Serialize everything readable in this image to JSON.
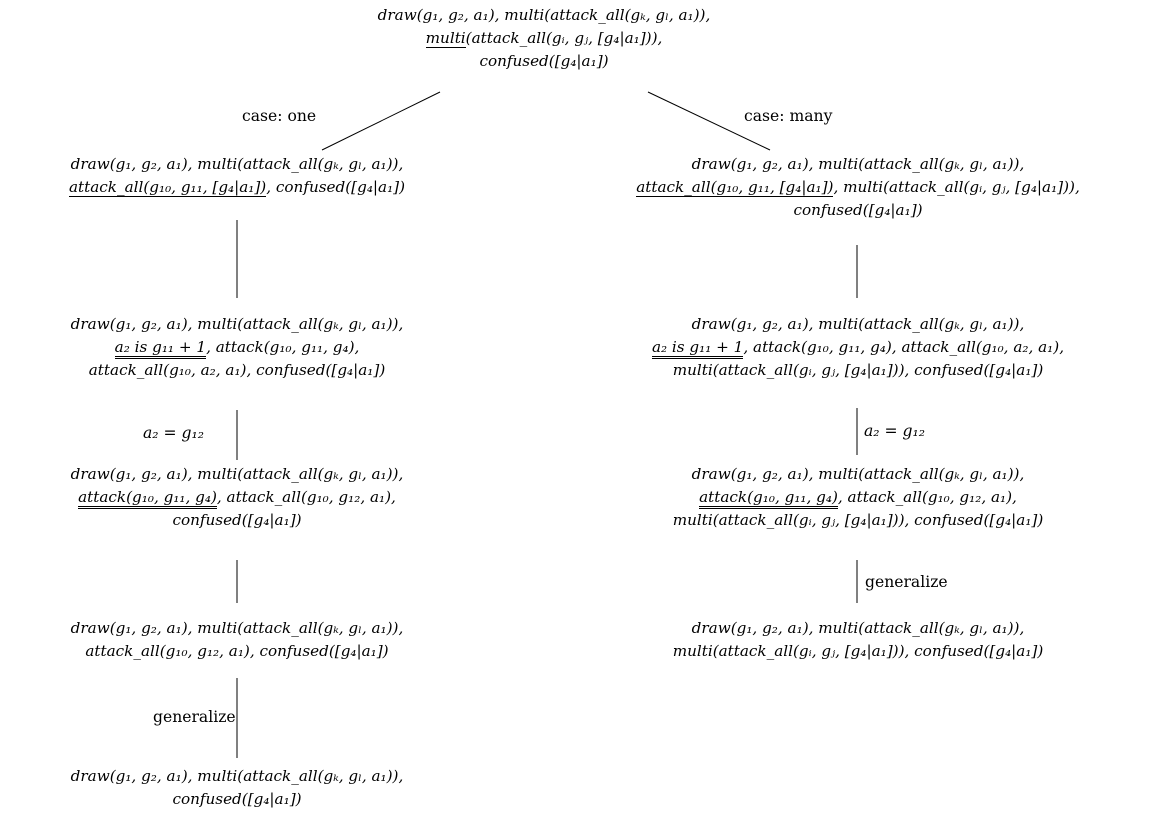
{
  "root": {
    "lines": [
      [
        {
          "t": "draw(g₁, g₂, a₁), multi(attack_all(gₖ, gₗ, a₁)),",
          "u": 0
        }
      ],
      [
        {
          "t": "multi",
          "u": 1
        },
        {
          "t": "(attack_all(gᵢ, gⱼ, [g₄|a₁])),",
          "u": 0
        }
      ],
      [
        {
          "t": "confused([g₄|a₁])",
          "u": 0
        }
      ]
    ]
  },
  "edges": {
    "root_left": "case: one",
    "root_right": "case: many",
    "l2_l3": "a₂ = g₁₂",
    "r2_r3": "a₂ = g₁₂",
    "l4_l5": "generalize",
    "r3_r4": "generalize"
  },
  "left": [
    {
      "lines": [
        [
          {
            "t": "draw(g₁, g₂, a₁), multi(attack_all(gₖ, gₗ, a₁)),",
            "u": 0
          }
        ],
        [
          {
            "t": "attack_all(g₁₀, g₁₁, [g₄|a₁])",
            "u": 1
          },
          {
            "t": ", confused([g₄|a₁])",
            "u": 0
          }
        ]
      ]
    },
    {
      "lines": [
        [
          {
            "t": "draw(g₁, g₂, a₁), multi(attack_all(gₖ, gₗ, a₁)),",
            "u": 0
          }
        ],
        [
          {
            "t": "a₂ is g₁₁ + 1",
            "u": 2
          },
          {
            "t": ", attack(g₁₀, g₁₁, g₄),",
            "u": 0
          }
        ],
        [
          {
            "t": "attack_all(g₁₀, a₂, a₁), confused([g₄|a₁])",
            "u": 0
          }
        ]
      ]
    },
    {
      "lines": [
        [
          {
            "t": "draw(g₁, g₂, a₁), multi(attack_all(gₖ, gₗ, a₁)),",
            "u": 0
          }
        ],
        [
          {
            "t": "attack(g₁₀, g₁₁, g₄)",
            "u": 2
          },
          {
            "t": ", attack_all(g₁₀, g₁₂, a₁),",
            "u": 0
          }
        ],
        [
          {
            "t": "confused([g₄|a₁])",
            "u": 0
          }
        ]
      ]
    },
    {
      "lines": [
        [
          {
            "t": "draw(g₁, g₂, a₁), multi(attack_all(gₖ, gₗ, a₁)),",
            "u": 0
          }
        ],
        [
          {
            "t": "attack_all(g₁₀, g₁₂, a₁), confused([g₄|a₁])",
            "u": 0
          }
        ]
      ]
    },
    {
      "lines": [
        [
          {
            "t": "draw(g₁, g₂, a₁), multi(attack_all(gₖ, gₗ, a₁)),",
            "u": 0
          }
        ],
        [
          {
            "t": "confused([g₄|a₁])",
            "u": 0
          }
        ]
      ]
    }
  ],
  "right": [
    {
      "lines": [
        [
          {
            "t": "draw(g₁, g₂, a₁), multi(attack_all(gₖ, gₗ, a₁)),",
            "u": 0
          }
        ],
        [
          {
            "t": "attack_all(g₁₀, g₁₁, [g₄|a₁])",
            "u": 1
          },
          {
            "t": ", multi(attack_all(gᵢ, gⱼ, [g₄|a₁])),",
            "u": 0
          }
        ],
        [
          {
            "t": "confused([g₄|a₁])",
            "u": 0
          }
        ]
      ]
    },
    {
      "lines": [
        [
          {
            "t": "draw(g₁, g₂, a₁), multi(attack_all(gₖ, gₗ, a₁)),",
            "u": 0
          }
        ],
        [
          {
            "t": "a₂ is g₁₁ + 1",
            "u": 2
          },
          {
            "t": ", attack(g₁₀, g₁₁, g₄), attack_all(g₁₀, a₂, a₁),",
            "u": 0
          }
        ],
        [
          {
            "t": "multi(attack_all(gᵢ, gⱼ, [g₄|a₁])), confused([g₄|a₁])",
            "u": 0
          }
        ]
      ]
    },
    {
      "lines": [
        [
          {
            "t": "draw(g₁, g₂, a₁), multi(attack_all(gₖ, gₗ, a₁)),",
            "u": 0
          }
        ],
        [
          {
            "t": "attack(g₁₀, g₁₁, g₄)",
            "u": 2
          },
          {
            "t": ", attack_all(g₁₀, g₁₂, a₁),",
            "u": 0
          }
        ],
        [
          {
            "t": "multi(attack_all(gᵢ, gⱼ, [g₄|a₁])), confused([g₄|a₁])",
            "u": 0
          }
        ]
      ]
    },
    {
      "lines": [
        [
          {
            "t": "draw(g₁, g₂, a₁), multi(attack_all(gₖ, gₗ, a₁)),",
            "u": 0
          }
        ],
        [
          {
            "t": "multi(attack_all(gᵢ, gⱼ, [g₄|a₁])), confused([g₄|a₁])",
            "u": 0
          }
        ]
      ]
    }
  ]
}
